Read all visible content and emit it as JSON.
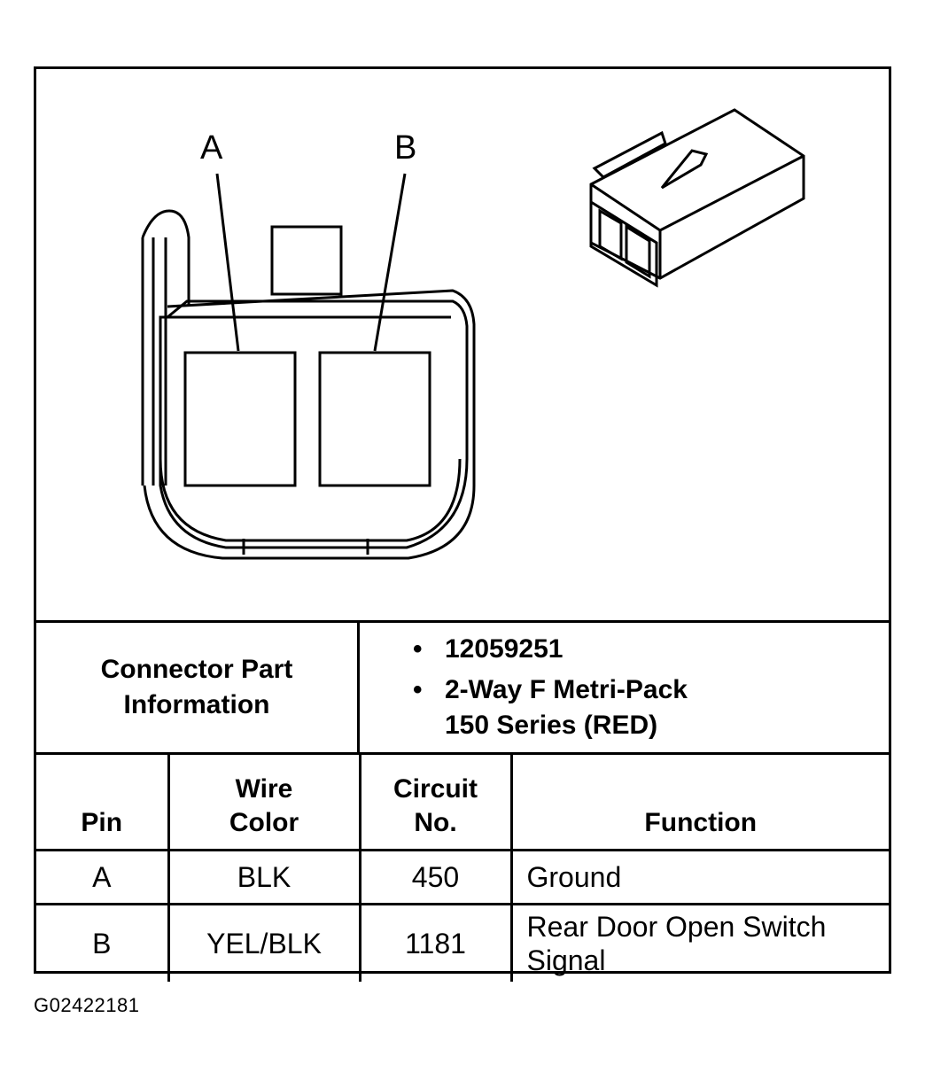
{
  "diagram": {
    "pin_labels": [
      "A",
      "B"
    ]
  },
  "connector_info": {
    "label_line1": "Connector Part",
    "label_line2": "Information",
    "bullet_char": "•",
    "part_number": "12059251",
    "description_line1": "2-Way F Metri-Pack",
    "description_line2": "150 Series (RED)"
  },
  "pin_table": {
    "headers": {
      "pin": "Pin",
      "wire_color_line1": "Wire",
      "wire_color_line2": "Color",
      "circuit_line1": "Circuit",
      "circuit_line2": "No.",
      "function": "Function"
    },
    "rows": [
      {
        "pin": "A",
        "wire_color": "BLK",
        "circuit": "450",
        "function_line1": "Ground",
        "function_line2": ""
      },
      {
        "pin": "B",
        "wire_color": "YEL/BLK",
        "circuit": "1181",
        "function_line1": "Rear Door Open Switch",
        "function_line2": "Signal"
      }
    ]
  },
  "figure_id": "G02422181"
}
